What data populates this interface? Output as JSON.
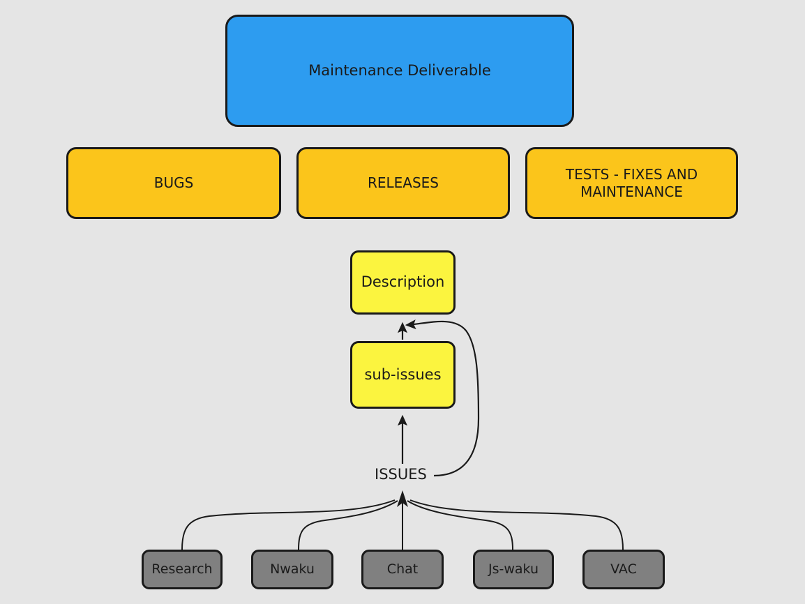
{
  "diagram": {
    "title_node": {
      "id": "maintenance-deliverable",
      "label": "Maintenance Deliverable",
      "color": "#2d9cf0"
    },
    "background_color": "#e5e5e5",
    "stroke_color": "#1a1a1a",
    "categories": [
      {
        "id": "bugs",
        "label": "BUGS",
        "color": "#fbc51b"
      },
      {
        "id": "releases",
        "label": "RELEASES",
        "color": "#fbc51b"
      },
      {
        "id": "tests",
        "label": "TESTS - FIXES AND MAINTENANCE",
        "color": "#fbc51b"
      }
    ],
    "issue_nodes": [
      {
        "id": "description",
        "label": "Description",
        "color": "#fbf43f"
      },
      {
        "id": "sub-issues",
        "label": "sub-issues",
        "color": "#fbf43f"
      }
    ],
    "edge_labels": [
      {
        "id": "issues",
        "label": "ISSUES"
      }
    ],
    "sources": [
      {
        "id": "research",
        "label": "Research",
        "color": "#808080"
      },
      {
        "id": "nwaku",
        "label": "Nwaku",
        "color": "#808080"
      },
      {
        "id": "chat",
        "label": "Chat",
        "color": "#808080"
      },
      {
        "id": "js-waku",
        "label": "Js-waku",
        "color": "#808080"
      },
      {
        "id": "vac",
        "label": "VAC",
        "color": "#808080"
      }
    ]
  }
}
